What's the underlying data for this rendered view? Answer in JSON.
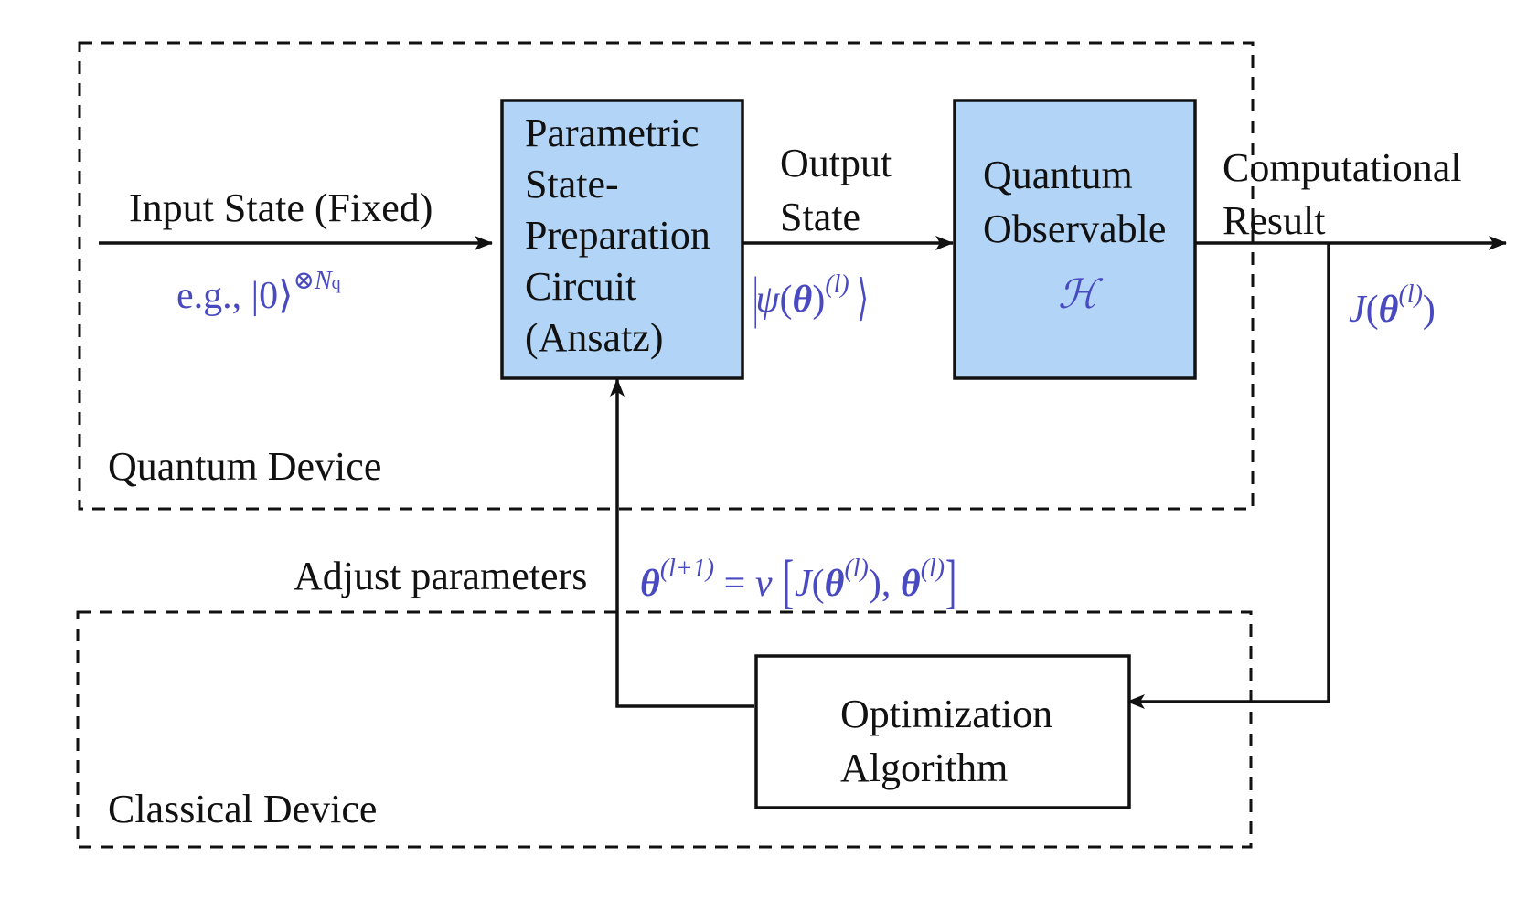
{
  "quantum_device": {
    "label": "Quantum Device",
    "input_label": "Input State (Fixed)",
    "input_math": {
      "prefix": "e.g., ",
      "ket_open": "|",
      "ket_value": "0",
      "ket_close": "⟩",
      "sup_op": "⊗",
      "sup_var": "N",
      "sup_sub": "q"
    },
    "ansatz_box": {
      "lines": [
        "Parametric",
        "State-",
        "Preparation",
        "Circuit",
        "(Ansatz)"
      ]
    },
    "output_label": {
      "line1": "Output",
      "line2": "State"
    },
    "output_math": {
      "bar": "|",
      "psi": "ψ",
      "open_paren": "(",
      "theta": "θ",
      "close_paren": ")",
      "sup": "(l)",
      "ket_close": "⟩"
    },
    "observable_box": {
      "line1": "Quantum",
      "line2": "Observable",
      "symbol": "ℋ"
    },
    "result_label": {
      "line1": "Computational",
      "line2": "Result"
    },
    "result_math": {
      "J": "J",
      "open_paren": "(",
      "theta": "θ",
      "sup": "(l)",
      "close_paren": ")"
    }
  },
  "classical_device": {
    "label": "Classical Device",
    "optimizer_box": {
      "line1": "Optimization",
      "line2": "Algorithm"
    }
  },
  "feedback": {
    "label": "Adjust parameters",
    "update_math": {
      "theta": "θ",
      "sup_next": "(l+1)",
      "eq": " = ",
      "nu": "ν",
      "open_bracket": "[",
      "J": "J",
      "open_paren": "(",
      "theta2": "θ",
      "sup2": "(l)",
      "close_paren_comma": "), ",
      "theta3": "θ",
      "sup3": "(l)",
      "close_bracket": "]"
    }
  },
  "colors": {
    "box_fill": "#b1d4f7",
    "math_text": "#4a4ac0",
    "stroke": "#111111"
  }
}
